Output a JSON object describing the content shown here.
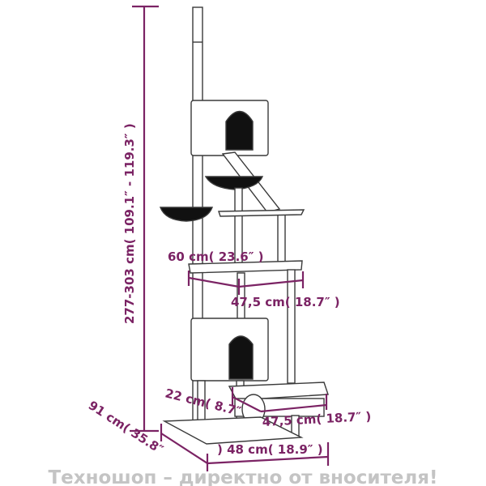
{
  "colors": {
    "dimension": "#7b2364",
    "outline": "#3a3a3a",
    "dark_fill": "#111111",
    "watermark": "#c4c4c4"
  },
  "labels": {
    "total_height": "277-303 cm( 109.1″  - 119.3″  )",
    "platform_depth": "60 cm( 23.6″  )",
    "platform_width": "47,5 cm( 18.7″   )",
    "lower_depth": "22 cm( 8.7″",
    "lower_width": "47,5 cm( 18.7″   )",
    "base_depth": "91 cm( 35.8″",
    "base_width": ") 48 cm( 18.9″ )"
  },
  "watermark": "Техношоп – директно от вносителя!"
}
